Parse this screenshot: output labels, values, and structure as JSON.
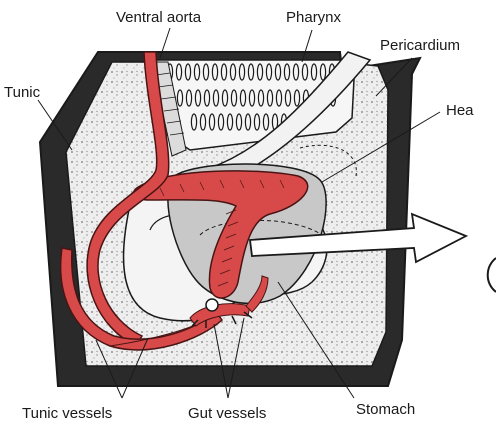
{
  "figure": {
    "labels": {
      "ventral_aorta": "Ventral aorta",
      "pharynx": "Pharynx",
      "pericardium": "Pericardium",
      "heart": "Hea",
      "tunic": "Tunic",
      "tunic_vessels": "Tunic vessels",
      "gut_vessels": "Gut vessels",
      "stomach": "Stomach"
    },
    "colors": {
      "tunic": "#2a2a2a",
      "body_fill": "#ececec",
      "vessel": "#d84a4a",
      "vessel_outline": "#4a1414",
      "pericardium_fill": "#c8c8c8",
      "stroke": "#1a1a1a",
      "background": "#ffffff"
    }
  }
}
